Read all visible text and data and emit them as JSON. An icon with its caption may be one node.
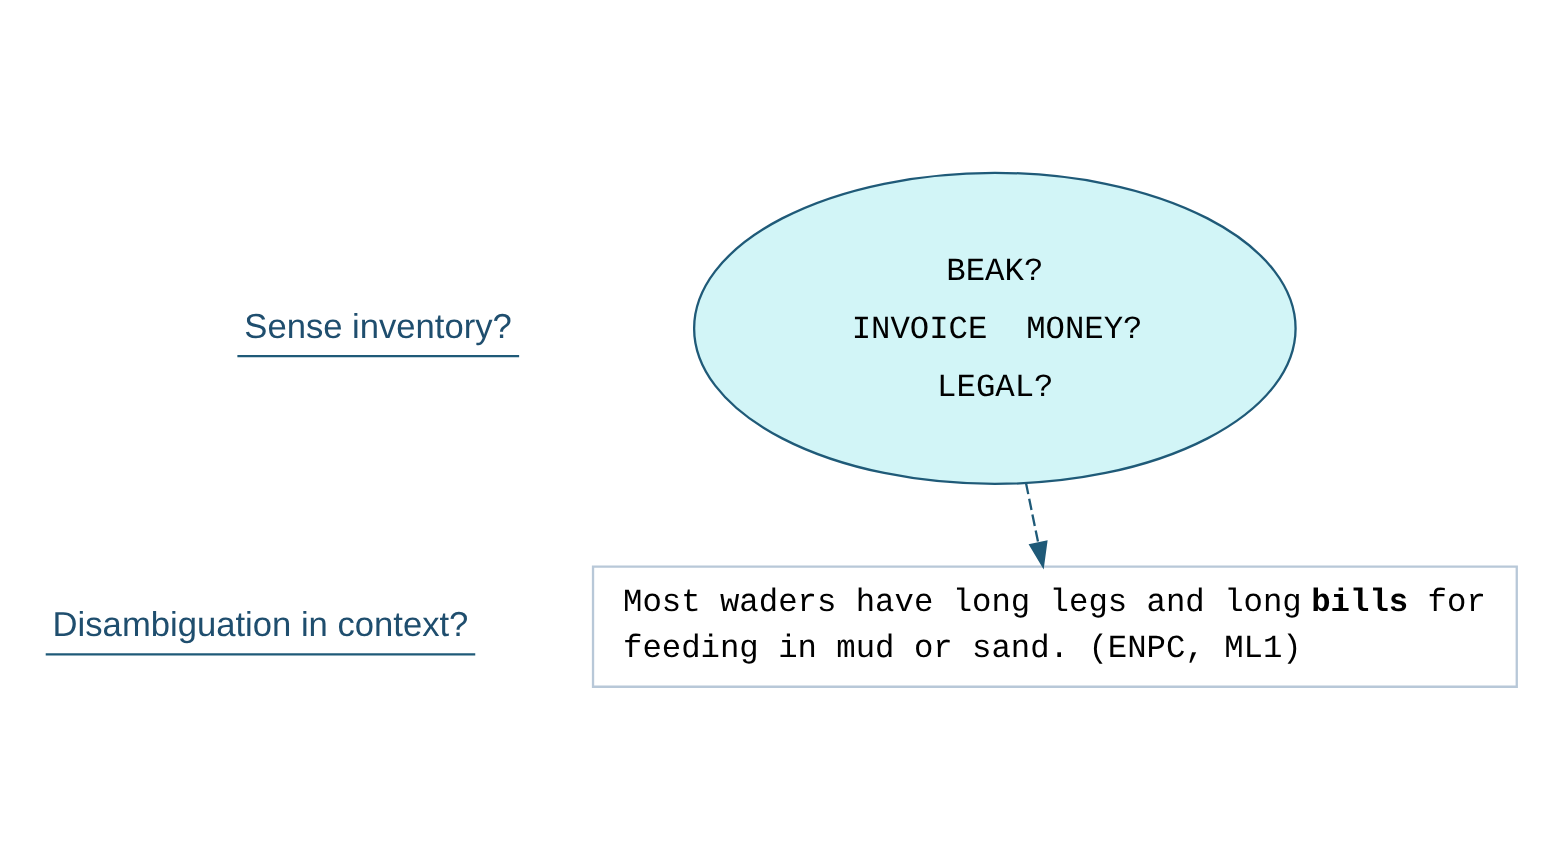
{
  "diagram": {
    "nodes": [
      {
        "text": [
          "BEAK?",
          "INVOICE  MONEY?",
          "LEGAL?"
        ]
      },
      {
        "text": [
          "Most waders have long legs and long **bills** for feeding in mud or sand. (ENPC, ML1)"
        ]
      }
    ],
    "edges": [
      {
        "from": 0,
        "to": 1,
        "arrow": "to",
        "style": "dashed",
        "color": "#1f5a78"
      }
    ],
    "labels": [
      "Sense inventory?",
      "Disambiguation in context?"
    ]
  }
}
